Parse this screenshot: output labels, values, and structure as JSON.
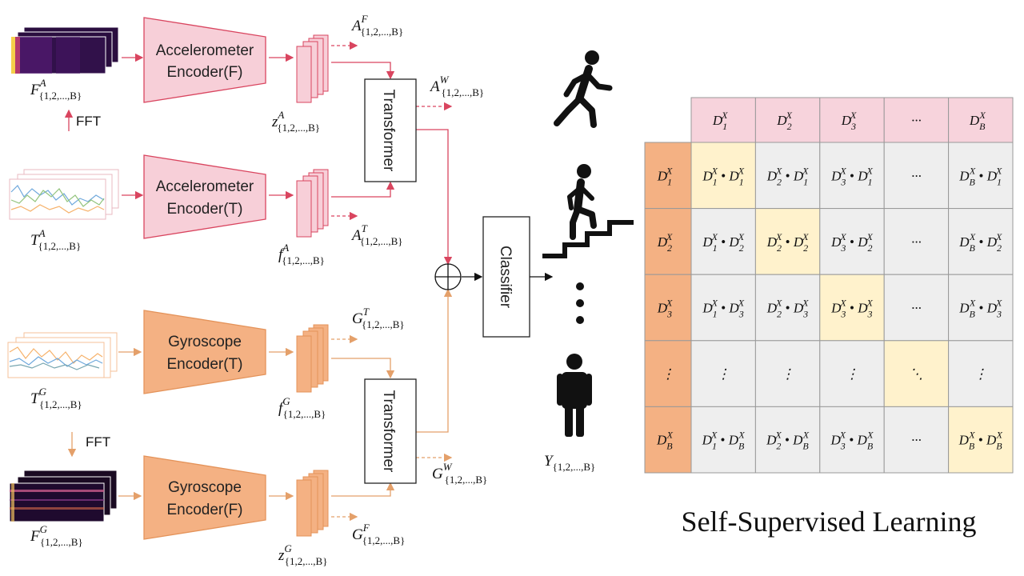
{
  "colors": {
    "acc_fill": "#f7cfd8",
    "acc_stroke": "#d9455f",
    "gyro_fill": "#f4b183",
    "gyro_stroke": "#e4935a",
    "matrix_header": "#f7d3dc",
    "matrix_rowhead": "#f4b183",
    "matrix_diag": "#fff2cc",
    "matrix_cell": "#eeeeee"
  },
  "encoders": {
    "acc_f": [
      "Accelerometer",
      "Encoder(F)"
    ],
    "acc_t": [
      "Accelerometer",
      "Encoder(T)"
    ],
    "gyro_t": [
      "Gyroscope",
      "Encoder(T)"
    ],
    "gyro_f": [
      "Gyroscope",
      "Encoder(F)"
    ]
  },
  "blocks": {
    "transformer": "Transformer",
    "classifier": "Classifier",
    "fft": "FFT"
  },
  "labels": {
    "set": "{1,2,...,B}",
    "F_A": [
      "F",
      "A"
    ],
    "T_A": [
      "T",
      "A"
    ],
    "T_G": [
      "T",
      "G"
    ],
    "F_G": [
      "F",
      "G"
    ],
    "z_A": [
      "z",
      "A"
    ],
    "f_A": [
      "f",
      "A"
    ],
    "f_G": [
      "f",
      "G"
    ],
    "z_G": [
      "z",
      "G"
    ],
    "A_F": [
      "A",
      "F"
    ],
    "A_W": [
      "A",
      "W"
    ],
    "A_T": [
      "A",
      "T"
    ],
    "G_T": [
      "G",
      "T"
    ],
    "G_W": [
      "G",
      "W"
    ],
    "G_F": [
      "G",
      "F"
    ],
    "Y": [
      "Y",
      ""
    ]
  },
  "icons": [
    "walking-person-icon",
    "stairs-climbing-icon",
    "vertical-ellipsis-icon",
    "standing-person-icon"
  ],
  "matrix": {
    "col_headers": [
      "1",
      "2",
      "3",
      "...",
      "B"
    ],
    "row_headers": [
      "1",
      "2",
      "3",
      "⋮",
      "B"
    ],
    "ellipsis_h": "···",
    "ellipsis_v": "⋮",
    "ellipsis_d": "⋱",
    "D": "D",
    "X": "X",
    "dot": "•"
  },
  "title": "Self-Supervised Learning"
}
